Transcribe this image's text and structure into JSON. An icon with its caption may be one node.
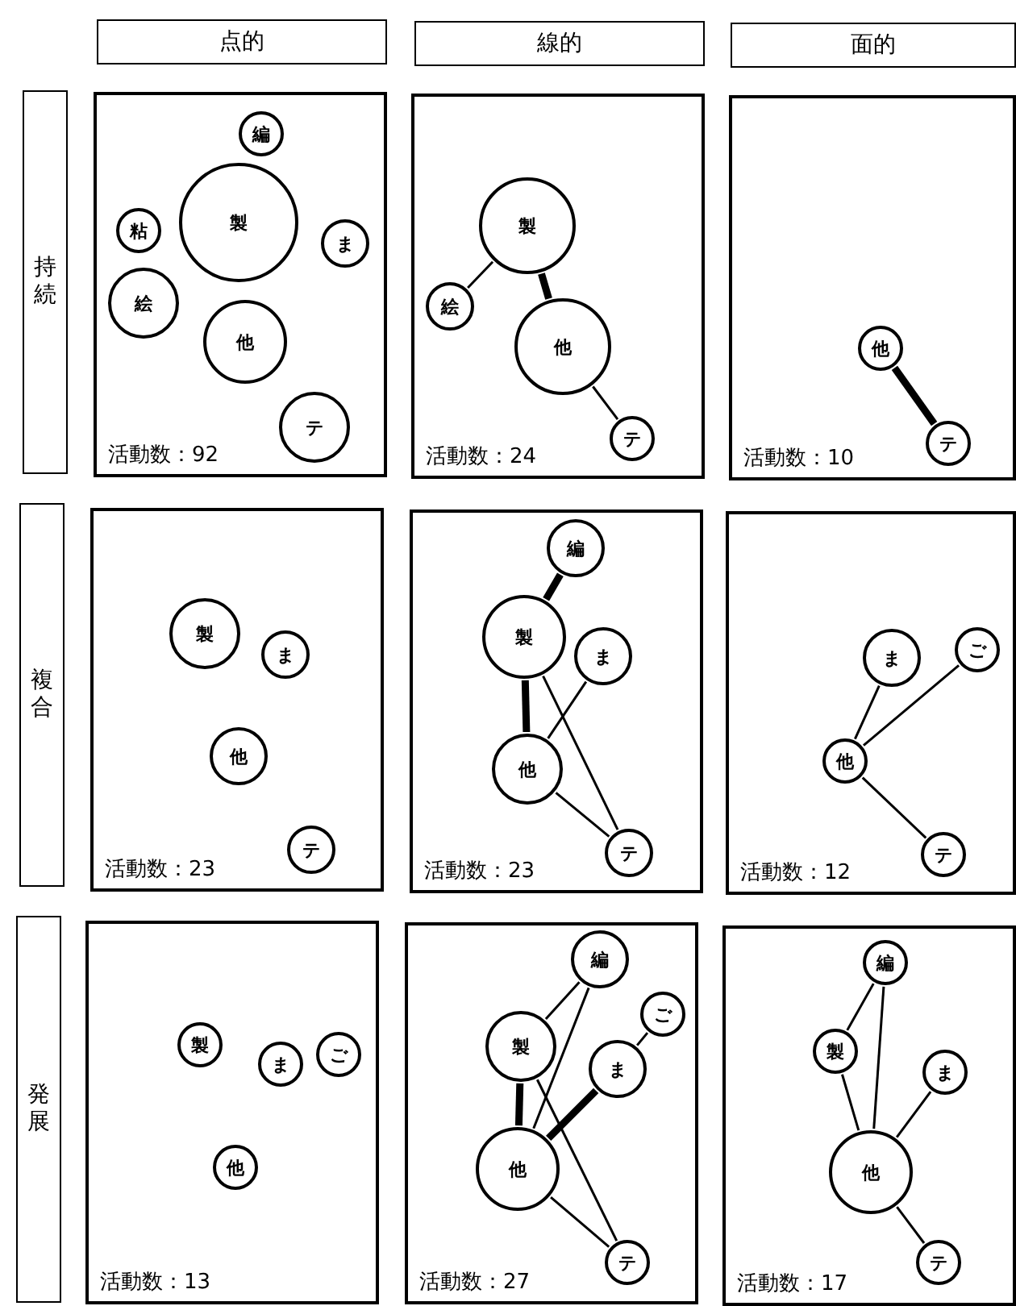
{
  "diagram": {
    "nodes": [
      {
        "text": [
          "点的"
        ]
      },
      {
        "text": [
          "線的"
        ]
      },
      {
        "text": [
          "面的"
        ]
      },
      {
        "text": [
          "持続"
        ]
      },
      {
        "text": [
          "活動数：92"
        ]
      },
      {
        "text": [
          "編"
        ],
        "in": 4
      },
      {
        "text": [
          "製"
        ],
        "in": 4
      },
      {
        "text": [
          "粘"
        ],
        "in": 4
      },
      {
        "text": [
          "ま"
        ],
        "in": 4
      },
      {
        "text": [
          "絵"
        ],
        "in": 4
      },
      {
        "text": [
          "他"
        ],
        "in": 4
      },
      {
        "text": [
          "テ"
        ],
        "in": 4
      },
      {
        "text": [
          "活動数：24"
        ]
      },
      {
        "text": [
          "製"
        ],
        "in": 12
      },
      {
        "text": [
          "絵"
        ],
        "in": 12
      },
      {
        "text": [
          "他"
        ],
        "in": 12
      },
      {
        "text": [
          "テ"
        ],
        "in": 12
      },
      {
        "text": [
          "活動数：10"
        ]
      },
      {
        "text": [
          "他"
        ],
        "in": 17
      },
      {
        "text": [
          "テ"
        ],
        "in": 17
      },
      {
        "text": [
          "複合"
        ]
      },
      {
        "text": [
          "活動数：23"
        ]
      },
      {
        "text": [
          "製"
        ],
        "in": 21
      },
      {
        "text": [
          "ま"
        ],
        "in": 21
      },
      {
        "text": [
          "他"
        ],
        "in": 21
      },
      {
        "text": [
          "テ"
        ],
        "in": 21
      },
      {
        "text": [
          "活動数：23"
        ]
      },
      {
        "text": [
          "編"
        ],
        "in": 26
      },
      {
        "text": [
          "製"
        ],
        "in": 26
      },
      {
        "text": [
          "ま"
        ],
        "in": 26
      },
      {
        "text": [
          "他"
        ],
        "in": 26
      },
      {
        "text": [
          "テ"
        ],
        "in": 26
      },
      {
        "text": [
          "活動数：12"
        ]
      },
      {
        "text": [
          "ま"
        ],
        "in": 32
      },
      {
        "text": [
          "ご"
        ],
        "in": 32
      },
      {
        "text": [
          "他"
        ],
        "in": 32
      },
      {
        "text": [
          "テ"
        ],
        "in": 32
      },
      {
        "text": [
          "発展"
        ]
      },
      {
        "text": [
          "活動数：13"
        ]
      },
      {
        "text": [
          "製"
        ],
        "in": 38
      },
      {
        "text": [
          "ま"
        ],
        "in": 38
      },
      {
        "text": [
          "ご"
        ],
        "in": 38
      },
      {
        "text": [
          "他"
        ],
        "in": 38
      },
      {
        "text": [
          "活動数：27"
        ]
      },
      {
        "text": [
          "編"
        ],
        "in": 43
      },
      {
        "text": [
          "製"
        ],
        "in": 43
      },
      {
        "text": [
          "ご"
        ],
        "in": 43
      },
      {
        "text": [
          "ま"
        ],
        "in": 43
      },
      {
        "text": [
          "他"
        ],
        "in": 43
      },
      {
        "text": [
          "テ"
        ],
        "in": 43
      },
      {
        "text": [
          "活動数：17"
        ]
      },
      {
        "text": [
          "編"
        ],
        "in": 50
      },
      {
        "text": [
          "製"
        ],
        "in": 50
      },
      {
        "text": [
          "ま"
        ],
        "in": 50
      },
      {
        "text": [
          "他"
        ],
        "in": 50
      },
      {
        "text": [
          "テ"
        ],
        "in": 50
      }
    ],
    "edges": [
      {
        "from": 13,
        "to": 14,
        "arrow": "none"
      },
      {
        "from": 13,
        "to": 15,
        "arrow": "none",
        "style": "thick"
      },
      {
        "from": 15,
        "to": 16,
        "arrow": "none"
      },
      {
        "from": 18,
        "to": 19,
        "arrow": "none",
        "style": "thick"
      },
      {
        "from": 27,
        "to": 28,
        "arrow": "none",
        "style": "thick"
      },
      {
        "from": 28,
        "to": 30,
        "arrow": "none",
        "style": "thick"
      },
      {
        "from": 28,
        "to": 31,
        "arrow": "none"
      },
      {
        "from": 29,
        "to": 30,
        "arrow": "none"
      },
      {
        "from": 30,
        "to": 31,
        "arrow": "none"
      },
      {
        "from": 33,
        "to": 35,
        "arrow": "none"
      },
      {
        "from": 34,
        "to": 35,
        "arrow": "none"
      },
      {
        "from": 35,
        "to": 36,
        "arrow": "none"
      },
      {
        "from": 44,
        "to": 45,
        "arrow": "none"
      },
      {
        "from": 44,
        "to": 48,
        "arrow": "none"
      },
      {
        "from": 46,
        "to": 47,
        "arrow": "none"
      },
      {
        "from": 45,
        "to": 48,
        "arrow": "none",
        "style": "thick"
      },
      {
        "from": 47,
        "to": 48,
        "arrow": "none",
        "style": "thick"
      },
      {
        "from": 45,
        "to": 49,
        "arrow": "none"
      },
      {
        "from": 48,
        "to": 49,
        "arrow": "none"
      },
      {
        "from": 51,
        "to": 52,
        "arrow": "none"
      },
      {
        "from": 51,
        "to": 54,
        "arrow": "none"
      },
      {
        "from": 52,
        "to": 54,
        "arrow": "none"
      },
      {
        "from": 53,
        "to": 54,
        "arrow": "none"
      },
      {
        "from": 54,
        "to": 55,
        "arrow": "none"
      }
    ]
  }
}
